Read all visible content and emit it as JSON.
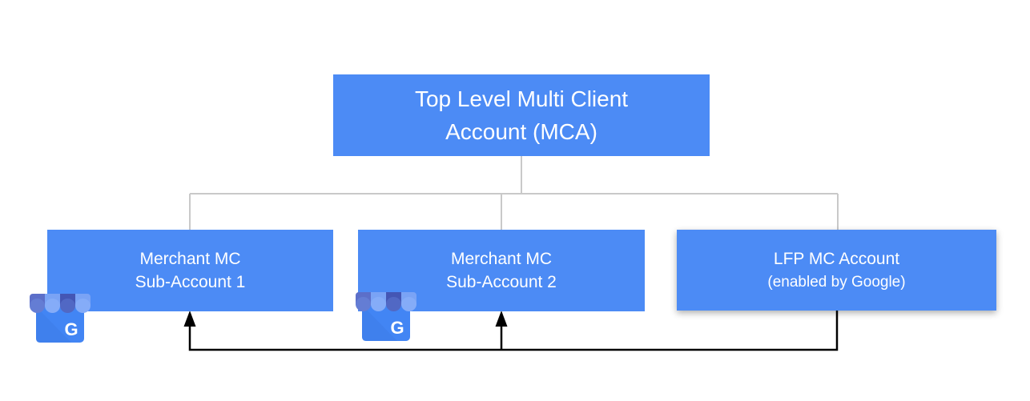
{
  "nodes": {
    "root": {
      "line1": "Top Level Multi Client",
      "line2": "Account (MCA)"
    },
    "merchant1": {
      "line1": "Merchant MC",
      "line2": "Sub-Account 1"
    },
    "merchant2": {
      "line1": "Merchant MC",
      "line2": "Sub-Account 2"
    },
    "lfp": {
      "line1": "LFP MC Account",
      "line2": "(enabled by Google)"
    }
  },
  "icons": {
    "business_letter": "G"
  },
  "colors": {
    "box_fill": "#4C8BF5",
    "box_text": "#FFFFFF",
    "tree_line": "#C9C9C9",
    "arrow_line": "#000000",
    "icon_awning_medium": "#5C6FC9",
    "icon_awning_dark": "#4456B4",
    "icon_awning_light": "#7AA3F5",
    "icon_scallop_medium": "#647DD4",
    "icon_scallop_dark": "#5168C4",
    "icon_scallop_light": "#85ACF8",
    "icon_body": "#4285F4",
    "icon_fold": "#3E7BE8",
    "icon_letter_color": "#FFFFFF"
  }
}
